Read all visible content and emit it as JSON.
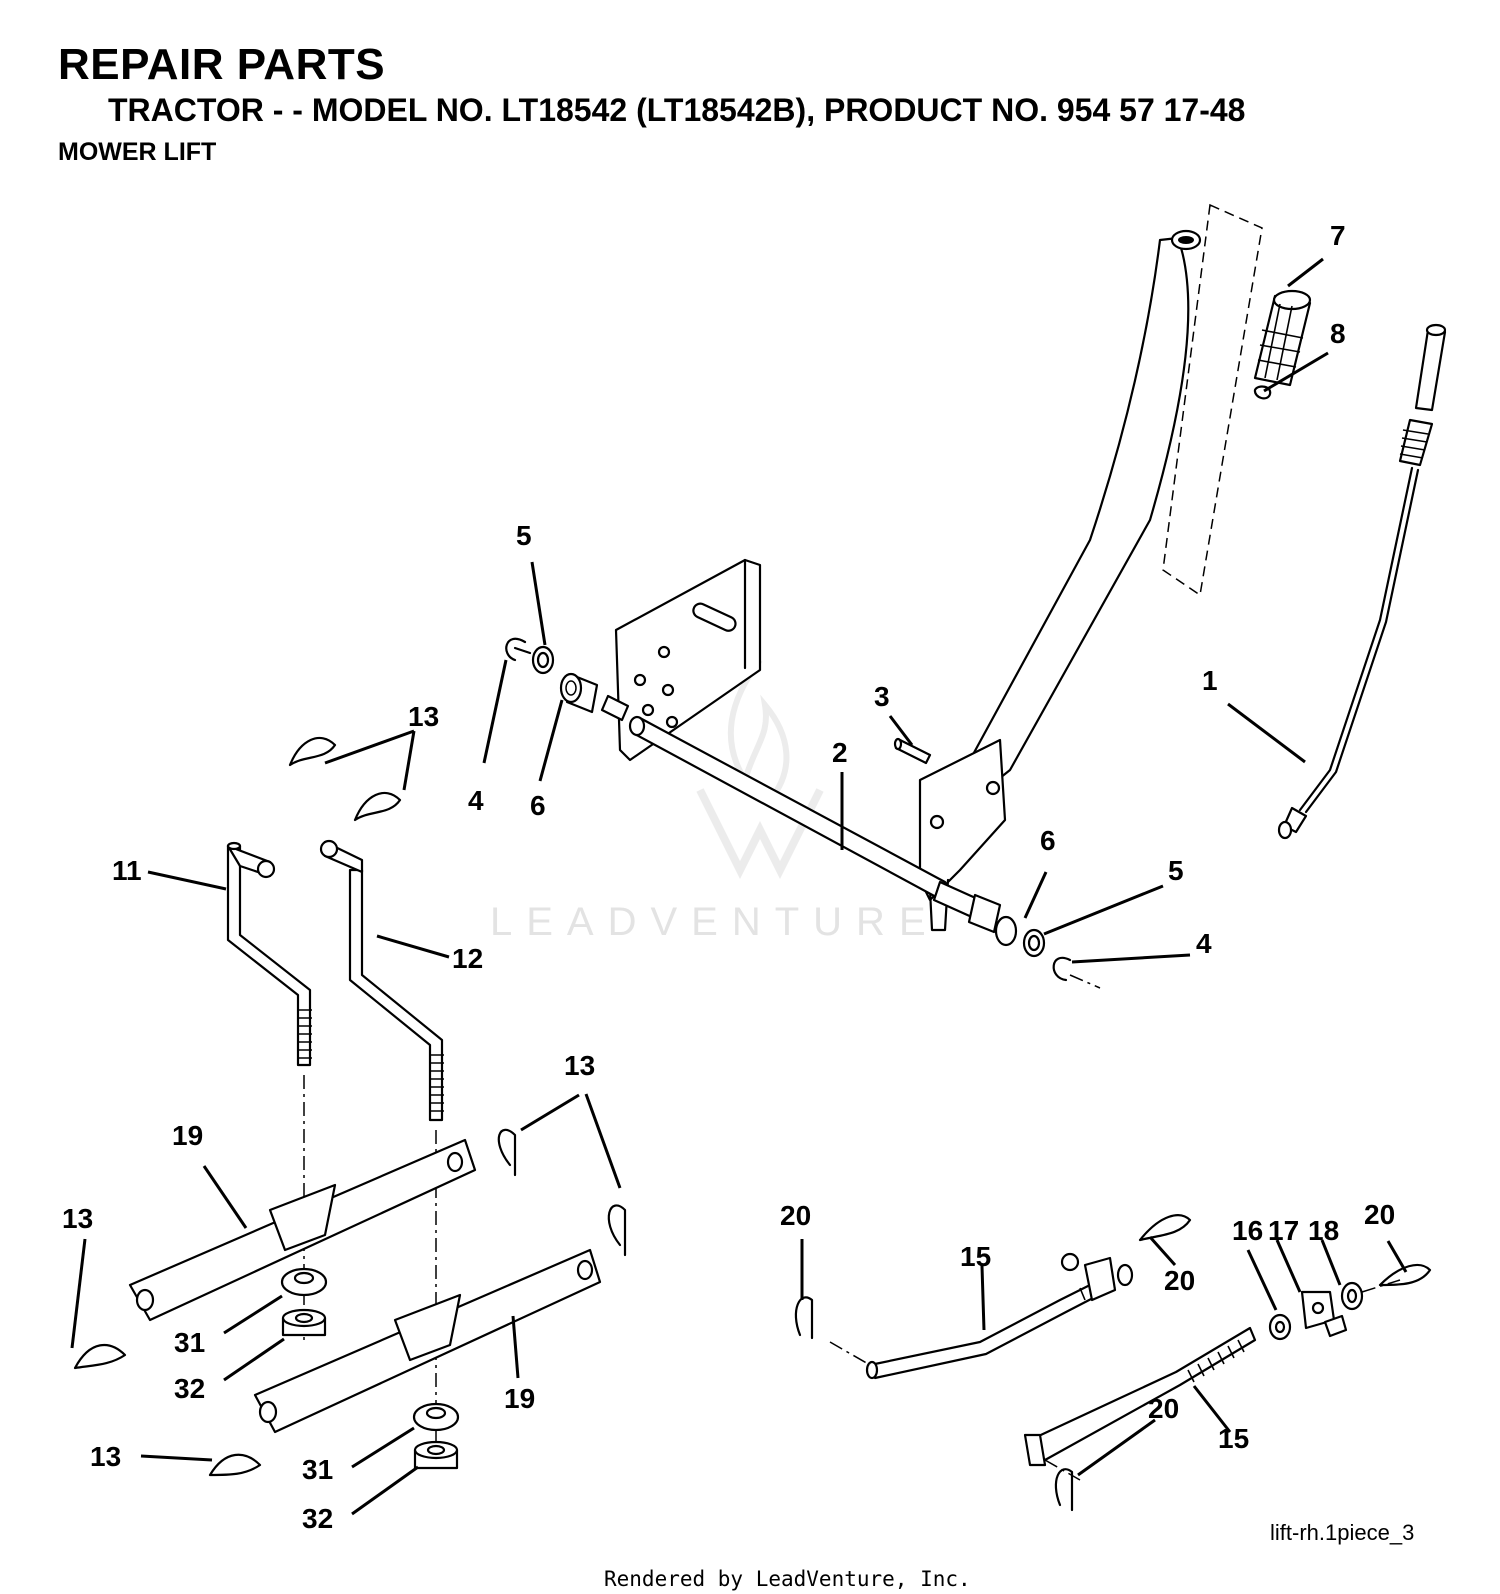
{
  "header": {
    "title": "REPAIR PARTS",
    "subtitle": "TRACTOR - - MODEL NO. LT18542 (LT18542B), PRODUCT NO. 954 57 17-48",
    "section": "MOWER LIFT"
  },
  "callouts": {
    "c1": "1",
    "c2": "2",
    "c3": "3",
    "c4a": "4",
    "c4b": "4",
    "c5a": "5",
    "c5b": "5",
    "c6a": "6",
    "c6b": "6",
    "c7": "7",
    "c8": "8",
    "c11": "11",
    "c12": "12",
    "c13a": "13",
    "c13b": "13",
    "c13c": "13",
    "c13d": "13",
    "c15a": "15",
    "c15b": "15",
    "c16": "16",
    "c17": "17",
    "c18": "18",
    "c19a": "19",
    "c19b": "19",
    "c20a": "20",
    "c20b": "20",
    "c20c": "20",
    "c20d": "20",
    "c31a": "31",
    "c31b": "31",
    "c32a": "32",
    "c32b": "32"
  },
  "figure_ref": "lift-rh.1piece_3",
  "watermark": "LEADVENTURE",
  "footer": "Rendered by LeadVenture, Inc."
}
